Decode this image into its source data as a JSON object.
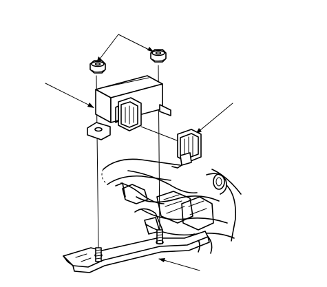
{
  "diagram": {
    "colors": {
      "ink": "#000000",
      "paper": "#ffffff"
    },
    "parts": [
      {
        "name": "mounting-nut",
        "count": 2
      },
      {
        "name": "control-unit"
      },
      {
        "name": "harness-connector"
      },
      {
        "name": "wire-harness"
      },
      {
        "name": "mounting-bracket"
      },
      {
        "name": "stud-bolt",
        "count": 2
      }
    ],
    "callouts": [
      {
        "name": "leader-nuts"
      },
      {
        "name": "leader-unit"
      },
      {
        "name": "leader-connector"
      },
      {
        "name": "leader-bracket"
      }
    ]
  }
}
